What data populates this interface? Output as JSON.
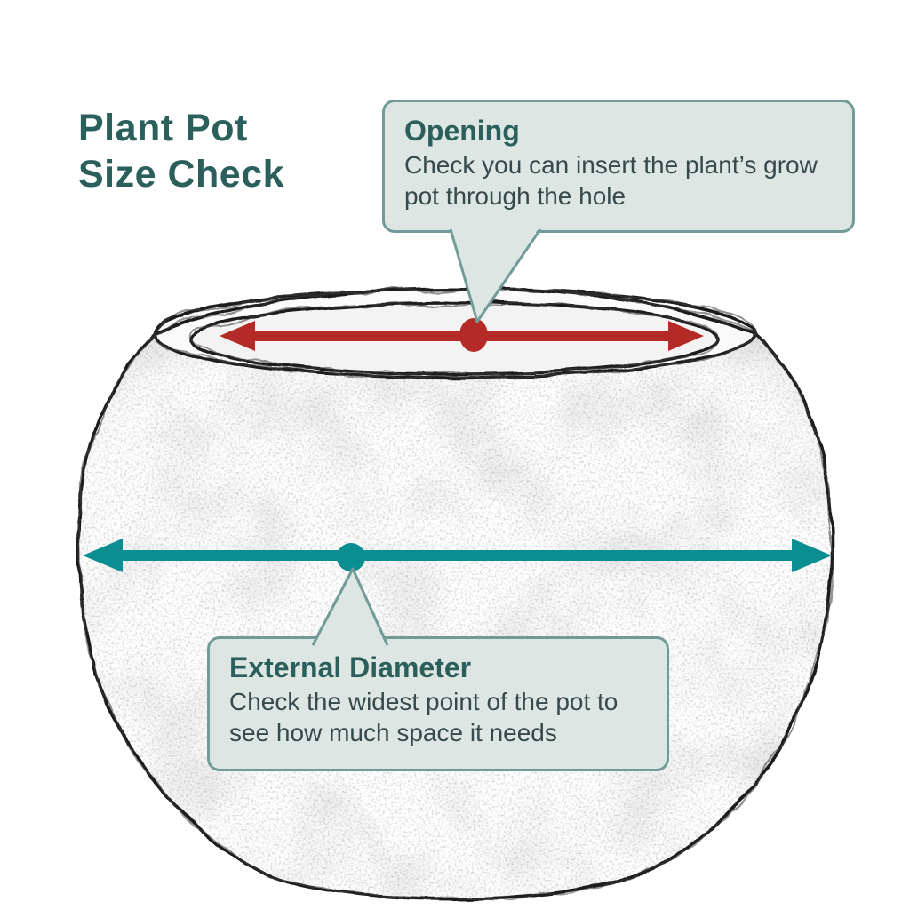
{
  "title": {
    "line1": "Plant Pot",
    "line2": "Size Check"
  },
  "callouts": {
    "opening": {
      "heading": "Opening",
      "body": "Check you can insert the plant’s grow pot through the hole"
    },
    "external_diameter": {
      "heading": "External Diameter",
      "body": "Check the widest point of the pot to see how much space it needs"
    }
  },
  "colors": {
    "title_text": "#2b5f5c",
    "callout_heading": "#2b5f5c",
    "callout_body_text": "#37494b",
    "callout_background": "#dee6e3",
    "callout_border": "#719b98",
    "opening_arrow": "#b42a26",
    "diameter_arrow": "#0b8e91",
    "pot_outline": "#1c1c1c"
  }
}
